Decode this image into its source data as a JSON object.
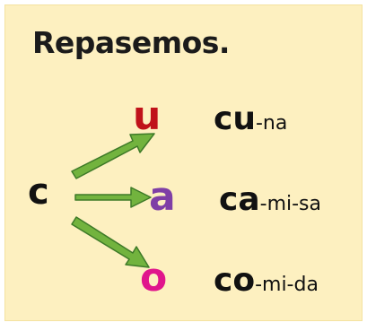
{
  "title": "Repasemos.",
  "consonant": "c",
  "branches": [
    {
      "vowel": "u",
      "vowel_color": "#c0121a",
      "syllable": "cu",
      "rest": "-na"
    },
    {
      "vowel": "a",
      "vowel_color": "#7f3fa6",
      "syllable": "ca",
      "rest": "-mi-sa"
    },
    {
      "vowel": "o",
      "vowel_color": "#e0168c",
      "syllable": "co",
      "rest": "-mi-da"
    }
  ],
  "arrow_fill": "#72b33e",
  "arrow_stroke": "#3e7a28"
}
